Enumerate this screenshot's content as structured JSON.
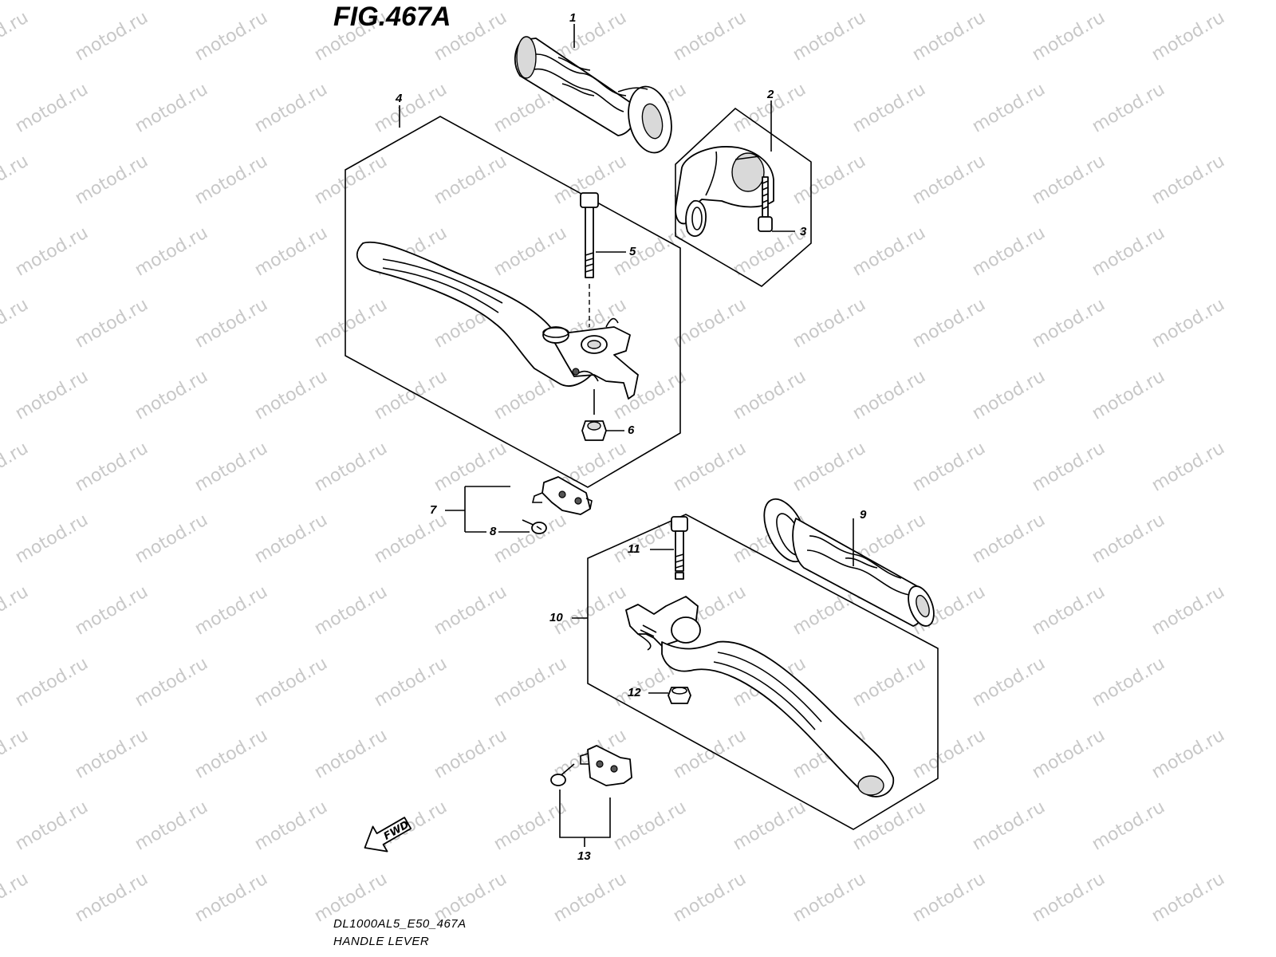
{
  "figure": {
    "title": "FIG.467A",
    "code": "DL1000AL5_E50_467A",
    "name": "HANDLE LEVER"
  },
  "watermark": "motod.ru",
  "direction_label": "FWD",
  "callouts": [
    "1",
    "2",
    "3",
    "4",
    "5",
    "6",
    "7",
    "8",
    "9",
    "10",
    "11",
    "12",
    "13"
  ],
  "colors": {
    "line": "#000000",
    "watermark": "#c8c8c8",
    "background": "#ffffff"
  }
}
